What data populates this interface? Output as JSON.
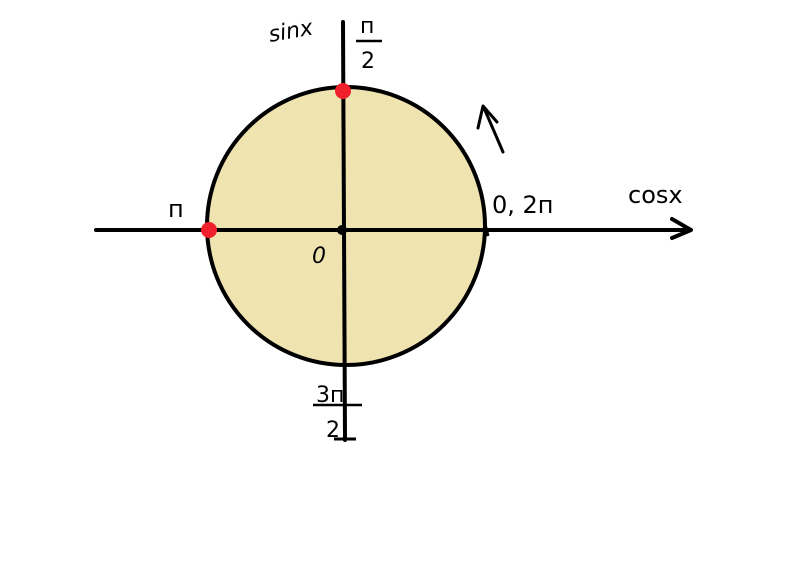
{
  "diagram": {
    "y_axis_label": "sinx",
    "x_axis_label": "cosx",
    "label_top_numerator": "п",
    "label_top_denominator": "2",
    "label_bottom_numerator": "3п",
    "label_bottom_denominator": "2",
    "label_left": "п",
    "label_right": "0, 2п",
    "label_origin": "0",
    "colors": {
      "circle_fill": "#EFE3B0",
      "stroke": "#000000",
      "point": "#F0212B"
    },
    "marked_points": [
      "п/2",
      "п"
    ],
    "direction_arrow": "counterclockwise"
  }
}
